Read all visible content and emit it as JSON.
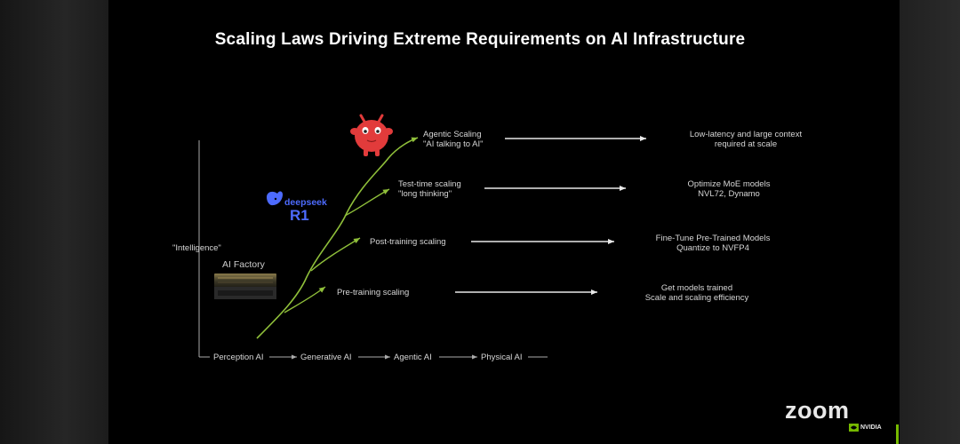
{
  "slide": {
    "title": "Scaling Laws Driving Extreme Requirements on AI Infrastructure",
    "y_axis_label": "\"Intelligence\"",
    "x_axis_stages": [
      "Perception AI",
      "Generative AI",
      "Agentic AI",
      "Physical AI"
    ],
    "ai_factory_label": "AI Factory",
    "deepseek": {
      "wordmark": "deepseek",
      "model": "R1"
    },
    "scaling_laws": [
      {
        "name": "Agentic Scaling",
        "subtitle": "\"AI talking to AI\"",
        "requirement": [
          "Low-latency and large context",
          "required at scale"
        ]
      },
      {
        "name": "Test-time scaling",
        "subtitle": "\"long thinking\"",
        "requirement": [
          "Optimize MoE models",
          "NVL72, Dynamo"
        ]
      },
      {
        "name": "Post-training scaling",
        "subtitle": "",
        "requirement": [
          "Fine-Tune Pre-Trained Models",
          "Quantize to NVFP4"
        ]
      },
      {
        "name": "Pre-training scaling",
        "subtitle": "",
        "requirement": [
          "Get models trained",
          "Scale and scaling efficiency"
        ]
      }
    ]
  },
  "meeting": {
    "app_logo": "zoom",
    "brand": "NVIDIA"
  },
  "colors": {
    "curve": "#8fbf3a",
    "deepseek": "#4d6bfe",
    "mascot": "#e23b3b",
    "nvidia_green": "#76b900"
  }
}
